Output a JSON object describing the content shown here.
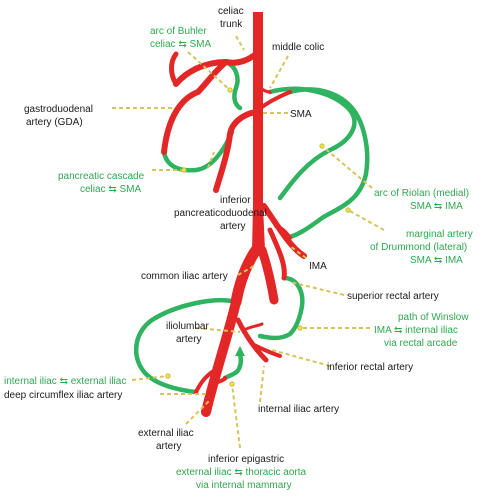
{
  "colors": {
    "artery": "#e32626",
    "collateral": "#2fb360",
    "leader": "#d6c35a",
    "dot": "#f2e23a"
  },
  "labels": {
    "celiac_trunk": [
      "celiac",
      "trunk"
    ],
    "middle_colic": "middle colic",
    "gda": [
      "gastroduodenal",
      "artery (GDA)"
    ],
    "sma": "SMA",
    "ipda": [
      "inferior",
      "pancreaticoduodenal",
      "artery"
    ],
    "common_iliac": "common iliac artery",
    "ima": "IMA",
    "superior_rectal": "superior rectal artery",
    "iliolumbar": [
      "iliolumbar",
      "artery"
    ],
    "inferior_rectal": "inferior rectal artery",
    "deep_circumflex": "deep circumflex iliac artery",
    "internal_iliac": "internal iliac artery",
    "external_iliac": [
      "external iliac",
      "artery"
    ],
    "inferior_epigastric": "inferior epigastric"
  },
  "collaterals": {
    "buhler": [
      "arc of Buhler",
      "celiac ⇆ SMA"
    ],
    "pancreatic_cascade": [
      "pancreatic cascade",
      "celiac ⇆ SMA"
    ],
    "riolan": [
      "arc of Riolan (medial)",
      "SMA ⇆ IMA"
    ],
    "drummond": [
      "marginal artery",
      "of Drummond (lateral)",
      "SMA ⇆ IMA"
    ],
    "winslow": [
      "path of Winslow",
      "IMA ⇆ internal iliac",
      "via rectal arcade"
    ],
    "iliac": "internal iliac ⇆ external iliac",
    "epigastric": [
      "external iliac ⇆ thoracic aorta",
      "via internal mammary"
    ]
  }
}
